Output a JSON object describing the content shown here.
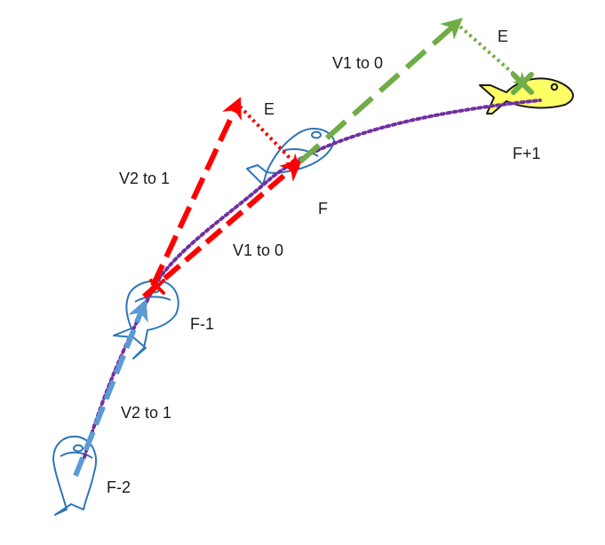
{
  "diagram": {
    "labels": {
      "frame_f_minus_2": "F-2",
      "frame_f_minus_1": "F-1",
      "frame_f": "F",
      "frame_f_plus_1": "F+1",
      "v2to1_lower": "V2 to 1",
      "v2to1_upper": "V2 to 1",
      "v1to0_red": "V1 to 0",
      "v1to0_green": "V1 to 0",
      "error_red": "E",
      "error_green": "E"
    },
    "colors": {
      "trajectory": "#7030a0",
      "blue_vector": "#5b9bd5",
      "red_vector": "#ff0000",
      "green_vector": "#70ad47",
      "fish_outline": "#2e75b6",
      "highlight_fish_fill": "#ffff66",
      "highlight_fish_outline": "#1a1a1a",
      "cross_green": "#70ad47"
    }
  }
}
